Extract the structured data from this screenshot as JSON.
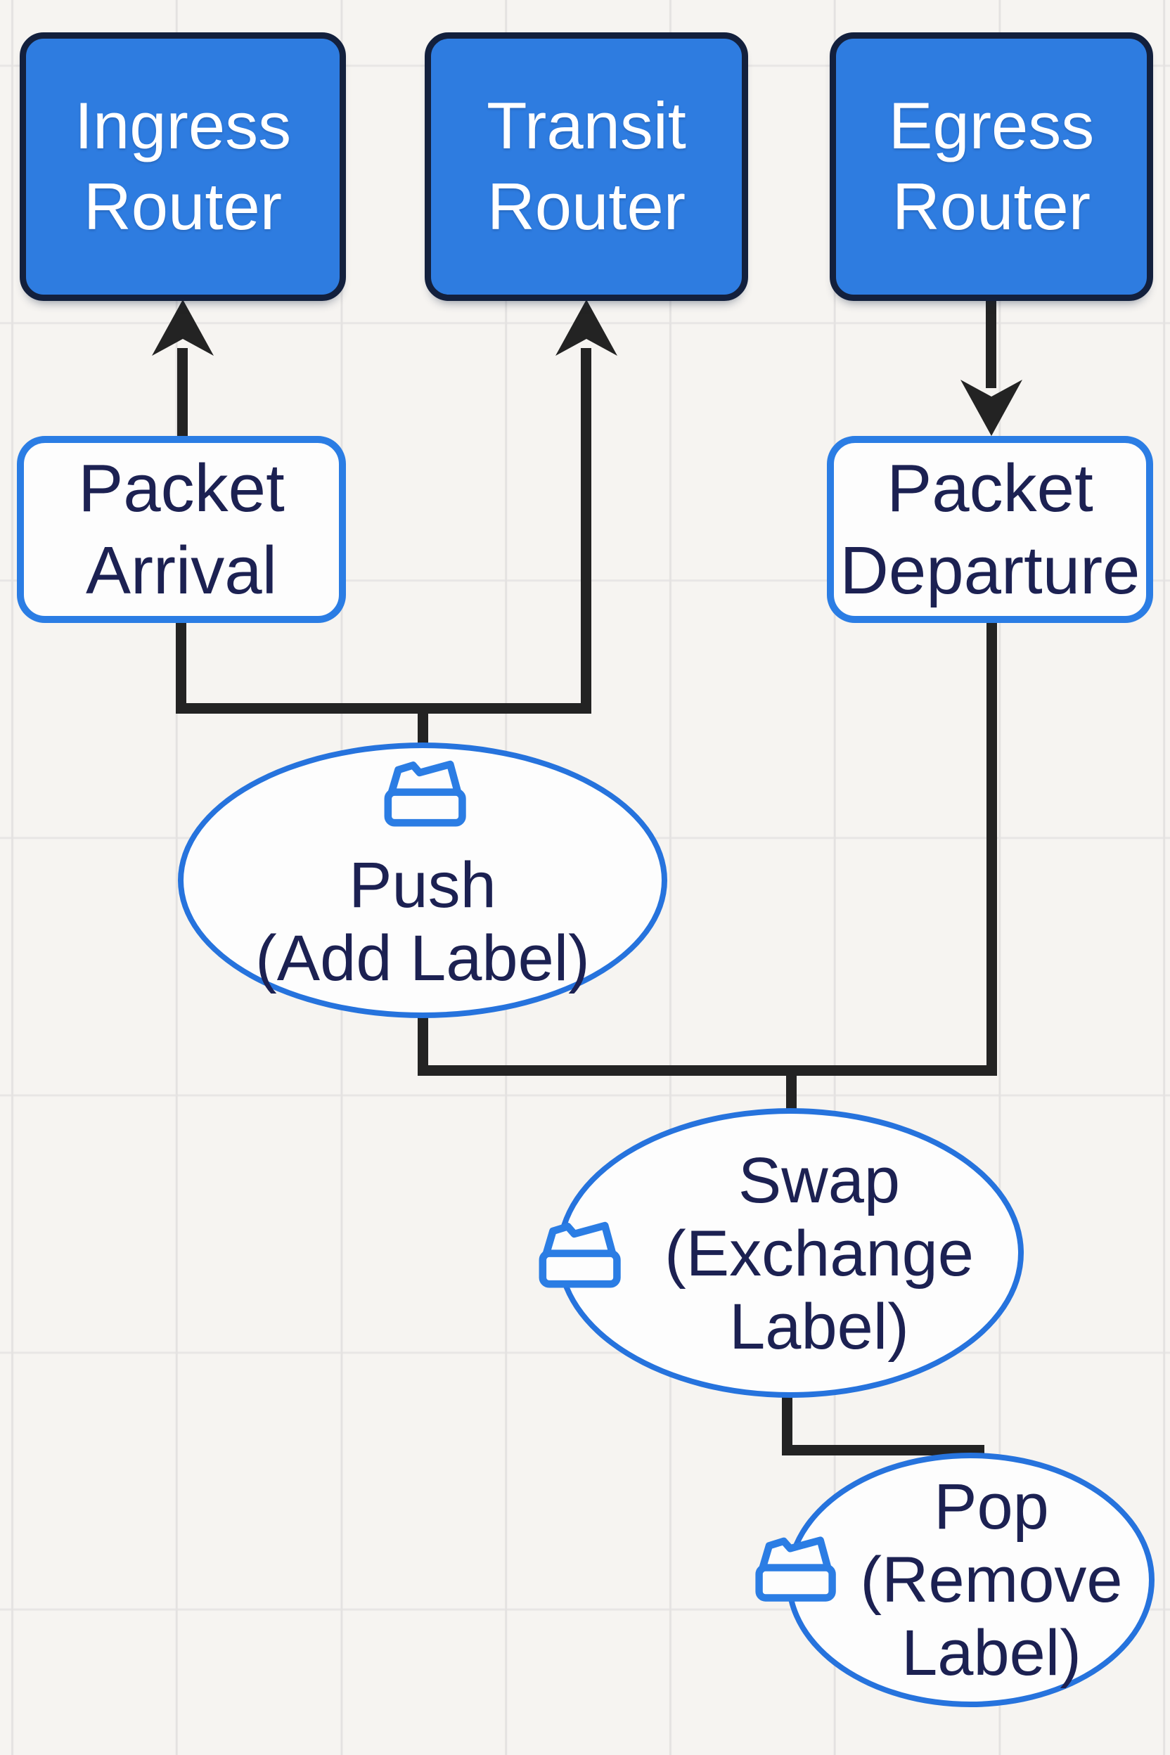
{
  "diagram": {
    "title_semantic": "MPLS label operations flow",
    "routers": [
      {
        "id": "ingress",
        "label": "Ingress\nRouter"
      },
      {
        "id": "transit",
        "label": "Transit\nRouter"
      },
      {
        "id": "egress",
        "label": "Egress\nRouter"
      }
    ],
    "events": [
      {
        "id": "packet-arrival",
        "label": "Packet\nArrival"
      },
      {
        "id": "packet-departure",
        "label": "Packet\nDeparture"
      }
    ],
    "operations": [
      {
        "id": "push",
        "label": "Push\n(Add Label)"
      },
      {
        "id": "swap",
        "label": "Swap\n(Exchange\nLabel)"
      },
      {
        "id": "pop",
        "label": "Pop\n(Remove\nLabel)"
      }
    ],
    "icons": [
      {
        "name": "label-box-icon",
        "meaning": "MPLS label"
      }
    ],
    "colors": {
      "router_fill": "#2e7ce0",
      "router_border": "#13203d",
      "router_text": "#ffffff",
      "event_border": "#2b7de4",
      "ellipse_border": "#2673dd",
      "dark_text": "#1c2152",
      "connector": "#232323",
      "background": "#f6f4f1",
      "grid_line": "#e4e2e1"
    }
  }
}
